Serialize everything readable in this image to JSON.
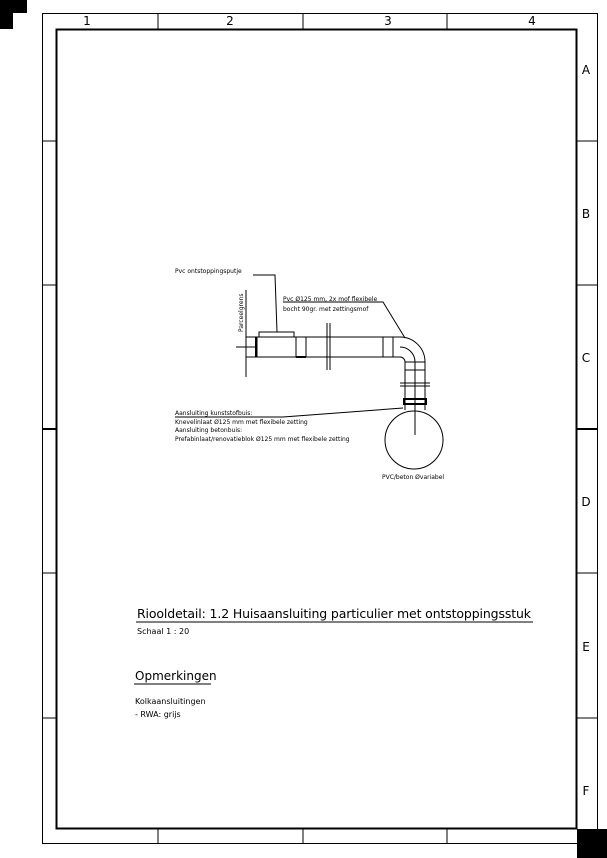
{
  "frame": {
    "columns": [
      "1",
      "2",
      "3",
      "4"
    ],
    "rows": [
      "A",
      "B",
      "C",
      "D",
      "E",
      "F"
    ]
  },
  "drawing": {
    "label_putje": "Pvc ontstoppingsputje",
    "label_parceelgrens": "Parceelgrens",
    "label_bocht_1": "Pvc Ø125 mm, 2x mof flexibele",
    "label_bocht_2": "bocht 90gr. met zettingsmof",
    "label_aansluiting_1": "Aansluiting kunststofbuis:",
    "label_aansluiting_2": "Knevelinlaat Ø125 mm met flexibele zetting",
    "label_aansluiting_3": "Aansluiting betonbuis:",
    "label_aansluiting_4": "Prefabinlaat/renovatieblok Ø125 mm met flexibele zetting",
    "label_riool": "PVC/beton Øvariabel"
  },
  "title": {
    "text": "Riooldetail: 1.2 Huisaansluiting particulier met ontstoppingsstuk",
    "scale": "Schaal 1 : 20"
  },
  "remarks": {
    "heading": "Opmerkingen",
    "line1": "Kolkaansluitingen",
    "line2": "- RWA: grijs"
  }
}
